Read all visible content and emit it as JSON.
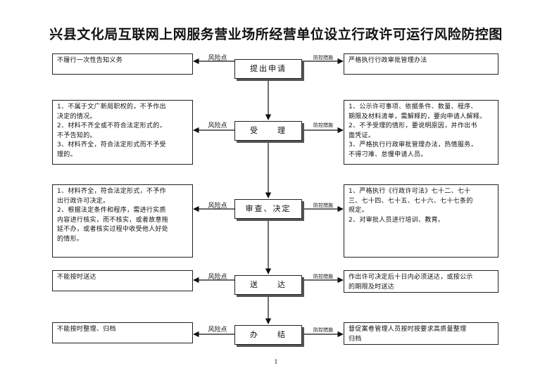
{
  "title": "兴县文化局互联网上网服务营业场所经营单位设立行政许可运行风险防控图",
  "page_number": "1",
  "risk_label": "风险点",
  "control_label": "防控措施",
  "steps": [
    {
      "name": "提出申请",
      "risk": [
        "不履行一次性告知义务"
      ],
      "control": [
        "严格执行行政审批管理办法"
      ]
    },
    {
      "name": "受　　理",
      "risk": [
        "1、不属于文广新局职权的，不予作出",
        "决定的情况。",
        "2、材料不齐全或不符合法定形式的，",
        "不予告知的。",
        "3、材料齐全，符合法定形式而不予受",
        "理的。"
      ],
      "control": [
        "1、公示许可事项、依据条件、数量、程序、",
        "期限及材料清单，需解释的，要向申请人解释。",
        "2、不予受理的情形，要说明原因，并作出书",
        "面凭证。",
        "3、严格执行行政审批管理办法，热情服务，",
        "不得刁难、怠慢申请人员。"
      ]
    },
    {
      "name": "审查、决定",
      "risk": [
        "1、材料齐全，符合法定形式，不予作",
        "出行政许可决定。",
        "2、根据法定条件和程序，需进行实质",
        "内容进行核实，而不核实，或者故意拖",
        "延不办，或者核实过程中收受他人好处",
        "的情形。"
      ],
      "control": [
        "1、严格执行《行政许可法》七十二、七十",
        "三、七十四、七十五、七十六、七十七条的",
        "规定。",
        "2、对审批人员进行培训、教育。"
      ]
    },
    {
      "name": "送　　达",
      "risk": [
        "不能按时送达"
      ],
      "control": [
        "作出许可决定后十日内必须送达，或按公示",
        "的期限及时送达"
      ]
    },
    {
      "name": "办　　结",
      "risk": [
        "不能按时整理、归档"
      ],
      "control": [
        "督促案卷管理人员按时按要求高质量整理",
        "归档"
      ]
    }
  ]
}
